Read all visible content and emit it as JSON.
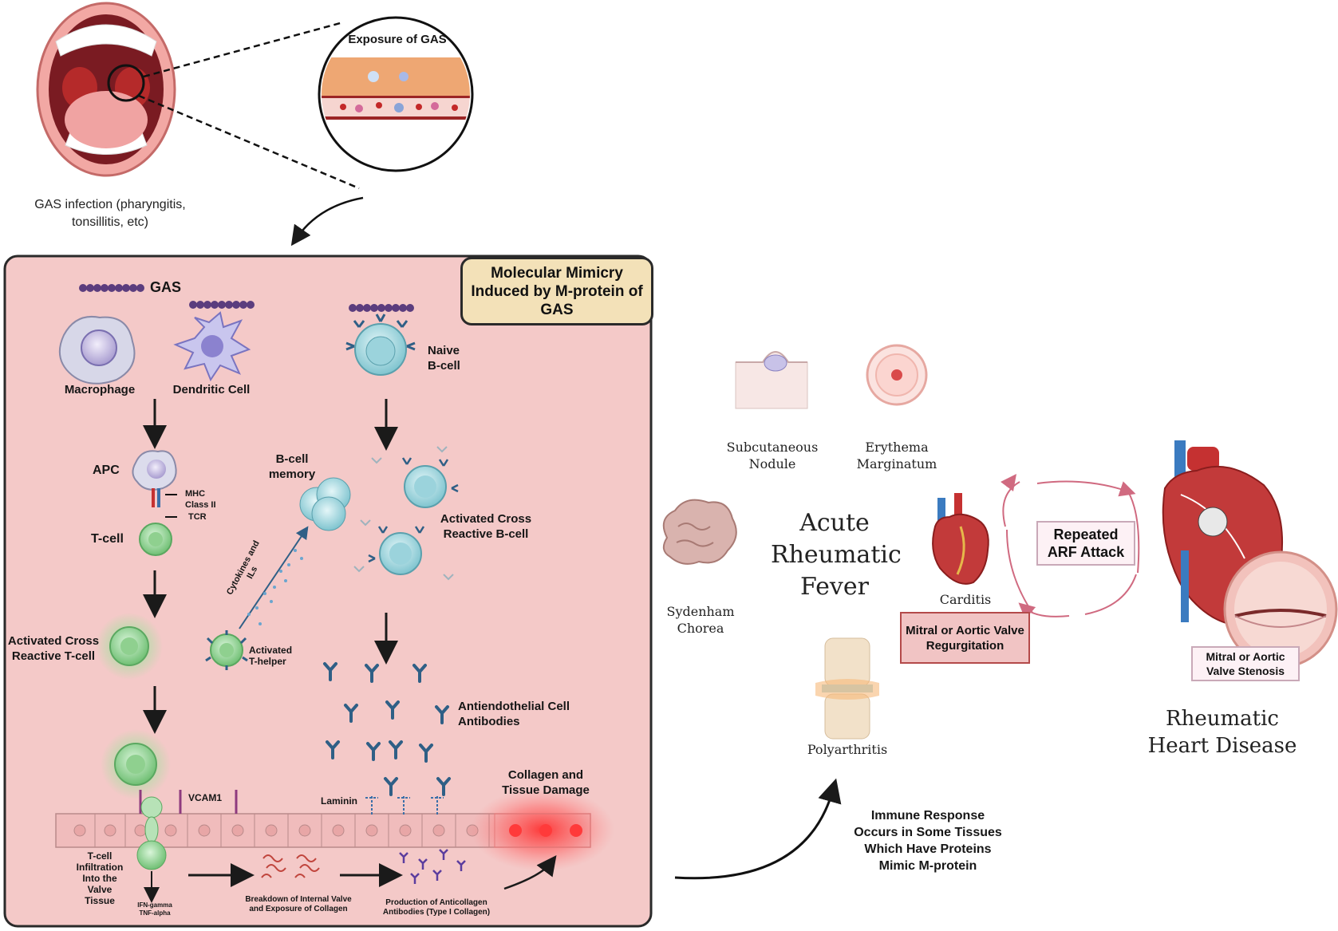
{
  "infection": {
    "caption": "GAS infection (pharyngitis, tonsillitis, etc)",
    "exposure_title": "Exposure of GAS"
  },
  "mimicry_panel": {
    "title": "Molecular Mimicry Induced by M-protein of GAS",
    "gas_label": "GAS",
    "macrophage": "Macrophage",
    "dendritic": "Dendritic Cell",
    "naive_b": "Naive B-cell",
    "apc": "APC",
    "mhc": "MHC Class II",
    "tcr": "TCR",
    "tcell": "T-cell",
    "bmemory": "B-cell memory",
    "cytokines": "Cytokines and ILs",
    "activated_b": "Activated Cross Reactive B-cell",
    "activated_t": "Activated Cross Reactive T-cell",
    "thelper": "Activated T-helper",
    "antiendo": "Antiendothelial Cell Antibodies",
    "collagen_damage": "Collagen and Tissue Damage",
    "vcam": "VCAM1",
    "laminin": "Laminin",
    "infiltration": "T-cell Infiltration Into the Valve Tissue",
    "ifn": "IFN-gamma TNF-alpha",
    "breakdown": "Breakdown of Internal Valve and Exposure of Collagen",
    "anticollagen": "Production of Anticollagen Antibodies (Type I Collagen)"
  },
  "arf": {
    "title": "Acute Rheumatic Fever",
    "nodule": "Subcutaneous Nodule",
    "erythema": "Erythema Marginatum",
    "chorea": "Sydenham Chorea",
    "carditis": "Carditis",
    "polyarthritis": "Polyarthritis",
    "regurgitation": "Mitral or Aortic Valve Regurgitation"
  },
  "rhd": {
    "repeated": "Repeated ARF Attack",
    "stenosis": "Mitral or Aortic Valve Stenosis",
    "title": "Rheumatic Heart Disease"
  },
  "immune_note": "Immune Response Occurs in Some Tissues Which Have Proteins Mimic M-protein",
  "colors": {
    "panel_bg": "#f4c9c8",
    "panel_border": "#2a2a2a",
    "title_box": "#f3e1b8",
    "gas_chain": "#5b3d7e",
    "tcell_green": "#8fd08f",
    "bcell_teal": "#8ccbd3",
    "antibody_blue": "#2f5f86",
    "heart_red": "#c23a3a"
  }
}
